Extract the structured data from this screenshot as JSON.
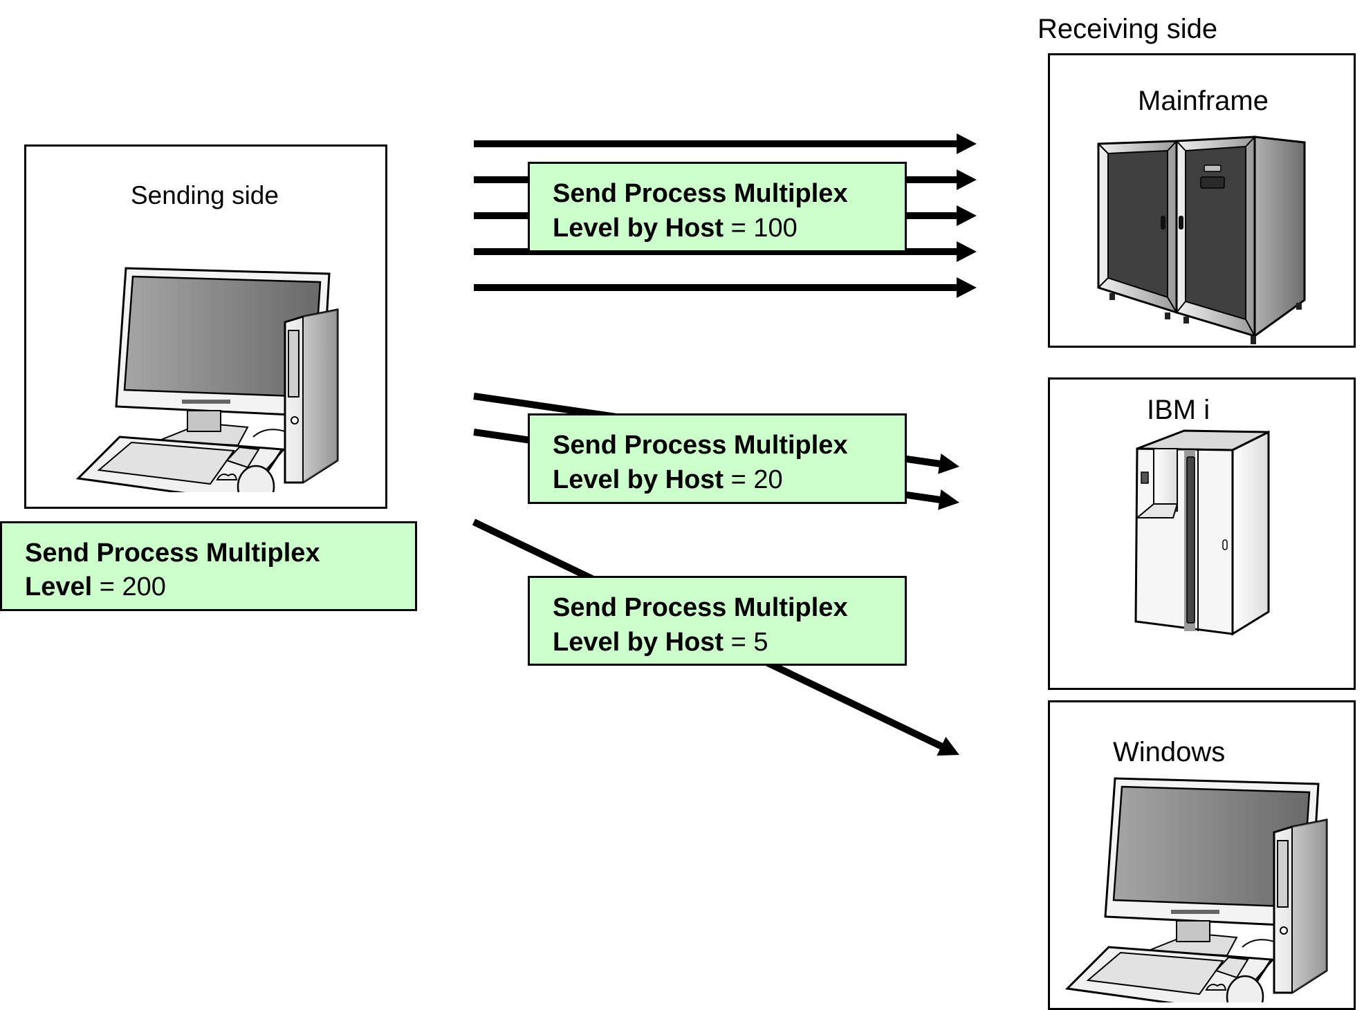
{
  "sending": {
    "title": "Sending side",
    "device_icon": "desktop-computer-icon",
    "setting": {
      "line1": "Send Process Multiplex",
      "line2_bold": "Level",
      "line2_rest": " = 200",
      "value": 200
    }
  },
  "receiving": {
    "title": "Receiving side",
    "hosts": [
      {
        "name": "Mainframe",
        "icon": "mainframe-icon"
      },
      {
        "name": "IBM i",
        "icon": "ibm-i-server-icon"
      },
      {
        "name": "Windows",
        "icon": "desktop-computer-icon"
      }
    ]
  },
  "host_settings": [
    {
      "line1": "Send Process Multiplex",
      "line2_bold": "Level by Host",
      "line2_rest": " = 100",
      "value": 100,
      "target": "Mainframe",
      "arrow_count": 5
    },
    {
      "line1": "Send Process Multiplex",
      "line2_bold": "Level by Host",
      "line2_rest": " = 20",
      "value": 20,
      "target": "IBM i",
      "arrow_count": 2
    },
    {
      "line1": "Send Process Multiplex",
      "line2_bold": "Level by Host",
      "line2_rest": " = 5",
      "value": 5,
      "target": "Windows",
      "arrow_count": 1
    }
  ],
  "colors": {
    "setting_box_fill": "#ccffcc",
    "arrow": "#000000",
    "border": "#000000"
  }
}
